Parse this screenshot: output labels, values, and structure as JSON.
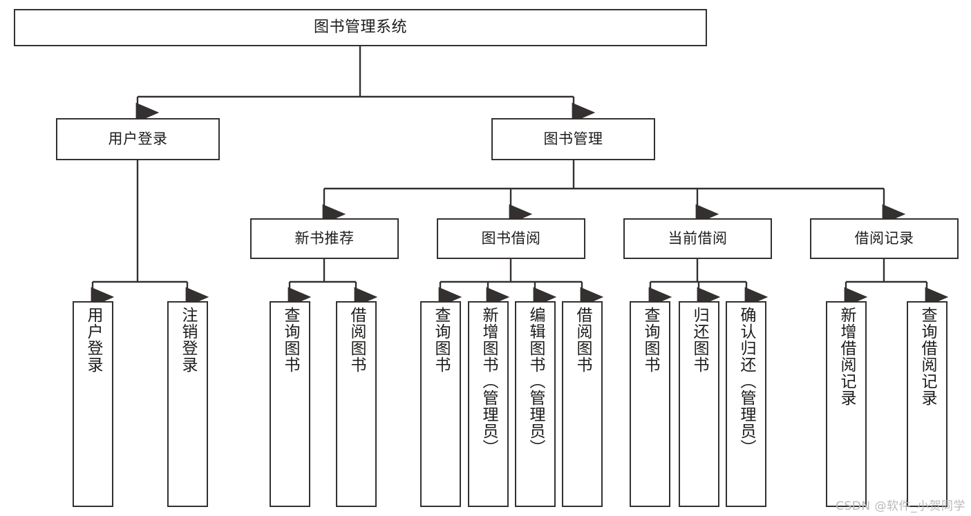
{
  "diagram": {
    "title": "图书管理系统",
    "type": "tree-hierarchy-diagram",
    "colors": {
      "box_border": "#33302f",
      "box_fill": "#ffffff",
      "edge": "#33302f",
      "text": "#1d1c1b",
      "watermark": "#b9b9b9"
    },
    "root": {
      "label": "图书管理系统"
    },
    "level1": [
      {
        "label": "用户登录"
      },
      {
        "label": "图书管理"
      }
    ],
    "level2": [
      {
        "label": "新书推荐"
      },
      {
        "label": "图书借阅"
      },
      {
        "label": "当前借阅"
      },
      {
        "label": "借阅记录"
      }
    ],
    "leaves": {
      "user_login": [
        {
          "label": "用户登录"
        },
        {
          "label": "注销登录"
        }
      ],
      "new_book_recommend": [
        {
          "label": "查询图书"
        },
        {
          "label": "借阅图书"
        }
      ],
      "book_borrow": [
        {
          "label": "查询图书"
        },
        {
          "label": "新增图书（管理员）"
        },
        {
          "label": "编辑图书（管理员）"
        },
        {
          "label": "借阅图书"
        }
      ],
      "current_borrow": [
        {
          "label": "查询图书"
        },
        {
          "label": "归还图书"
        },
        {
          "label": "确认归还（管理员）"
        }
      ],
      "borrow_record": [
        {
          "label": "新增借阅记录"
        },
        {
          "label": "查询借阅记录"
        }
      ]
    }
  },
  "watermark": {
    "text": "CSDN @软件_小贺同学"
  }
}
